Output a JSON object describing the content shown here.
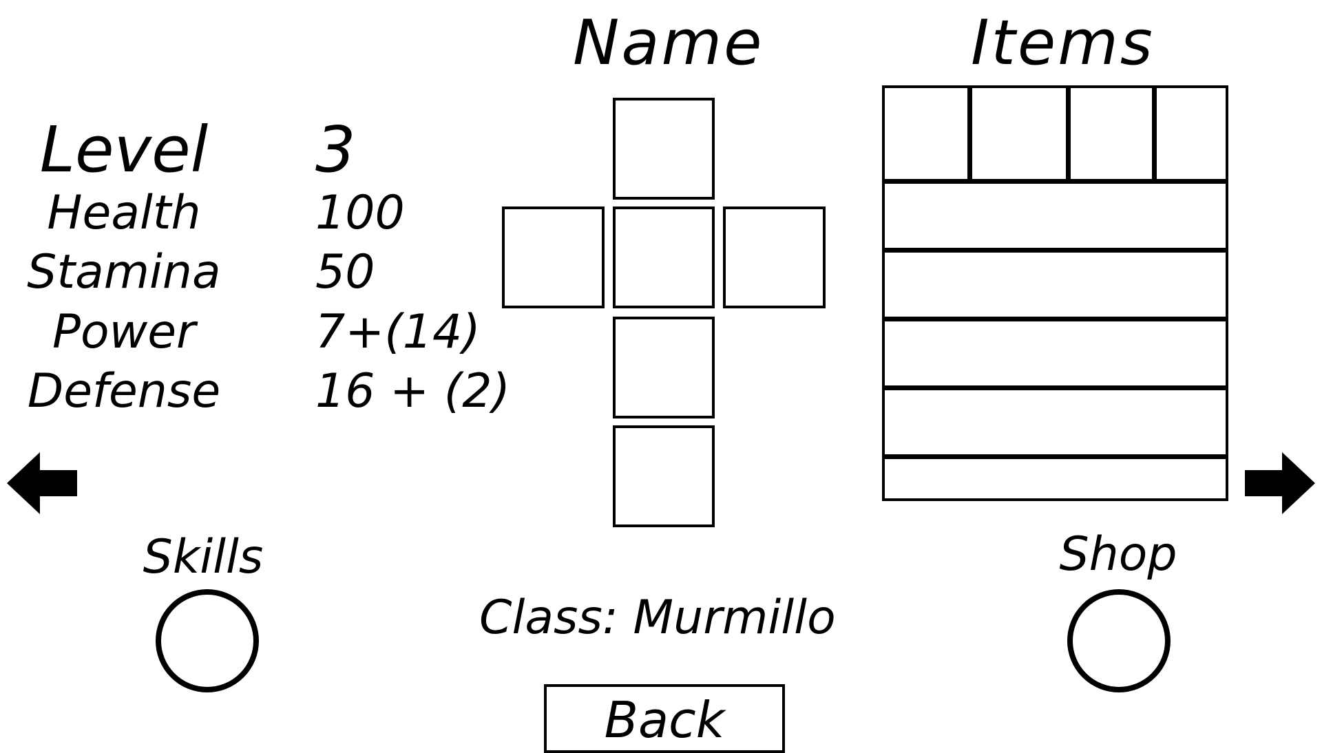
{
  "header": {
    "name_label": "Name",
    "items_label": "Items"
  },
  "stats": {
    "level": {
      "label": "Level",
      "value": "3"
    },
    "health": {
      "label": "Health",
      "value": "100"
    },
    "stamina": {
      "label": "Stamina",
      "value": "50"
    },
    "power": {
      "label": "Power",
      "value": "7+(14)"
    },
    "defense": {
      "label": "Defense",
      "value": "16 + (2)"
    }
  },
  "character": {
    "class_text": "Class: Murmillo"
  },
  "buttons": {
    "skills_label": "Skills",
    "shop_label": "Shop",
    "back_label": "Back"
  },
  "icons": {
    "prev": "arrow-left-icon",
    "next": "arrow-right-icon"
  },
  "colors": {
    "background": "#ffffff",
    "foreground": "#000000"
  }
}
